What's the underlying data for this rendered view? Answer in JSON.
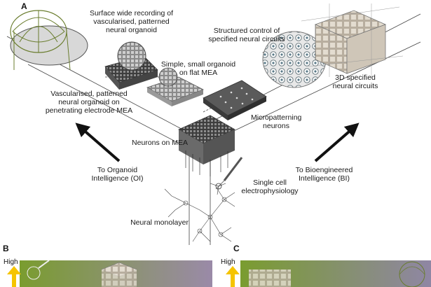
{
  "panels": {
    "a": "A",
    "b": "B",
    "c": "C"
  },
  "labels": {
    "surface_recording": "Surface wide recording of vascularised, patterned neural organoid",
    "simple_organoid": "Simple, small organoid on flat MEA",
    "structured_control": "Structured control of specified neural circuits",
    "specified_3d": "3D specified neural circuits",
    "vascularised_penetrating": "Vascularised, patterned neural organoid on penetrating electrode MEA",
    "micropatterning": "Micropatterning neurons",
    "neurons_on_mea": "Neurons on MEA",
    "to_oi": "To Organoid Intelligence (OI)",
    "to_bi": "To Bioengineered Intelligence (BI)",
    "single_cell": "Single cell electrophysiology",
    "neural_monolayer": "Neural monolayer"
  },
  "axis": {
    "high_b": "High",
    "high_c": "High"
  },
  "colors": {
    "arrow": "#111111",
    "axis_arrow": "#f5c400",
    "gradient_left": "#7a9c2f",
    "gradient_right": "#9a8aa8",
    "mea_dark": "#4d4d4d",
    "cube": "#c8c0b4",
    "organoid": "#cfcfcf"
  }
}
